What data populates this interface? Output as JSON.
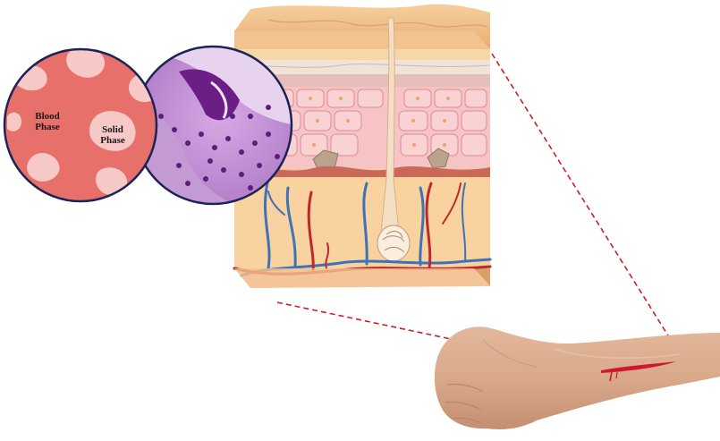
{
  "labels": {
    "blood_phase": [
      "Blood",
      "Phase"
    ],
    "solid_phase": [
      "Solid",
      "Phase"
    ]
  },
  "colors": {
    "blood_phase": "#e8706a",
    "solid_phase": "#f6c9c6",
    "skin_top": "#f0c08a",
    "epidermis": "#f4c4c4",
    "dermis": "#f7cf98",
    "artery": "#c0272d",
    "vein": "#3f73b8",
    "histology_stain": "#9a3fb3",
    "wound": "#d0182a",
    "guide_line": "#cc1f25"
  },
  "icons": {
    "composition_circle": "blood-solid-phase-diagram-icon",
    "histology_circle": "skin-histology-micrograph-icon",
    "skin_block": "skin-cross-section-block-icon",
    "arm": "arm-with-wound-icon"
  }
}
